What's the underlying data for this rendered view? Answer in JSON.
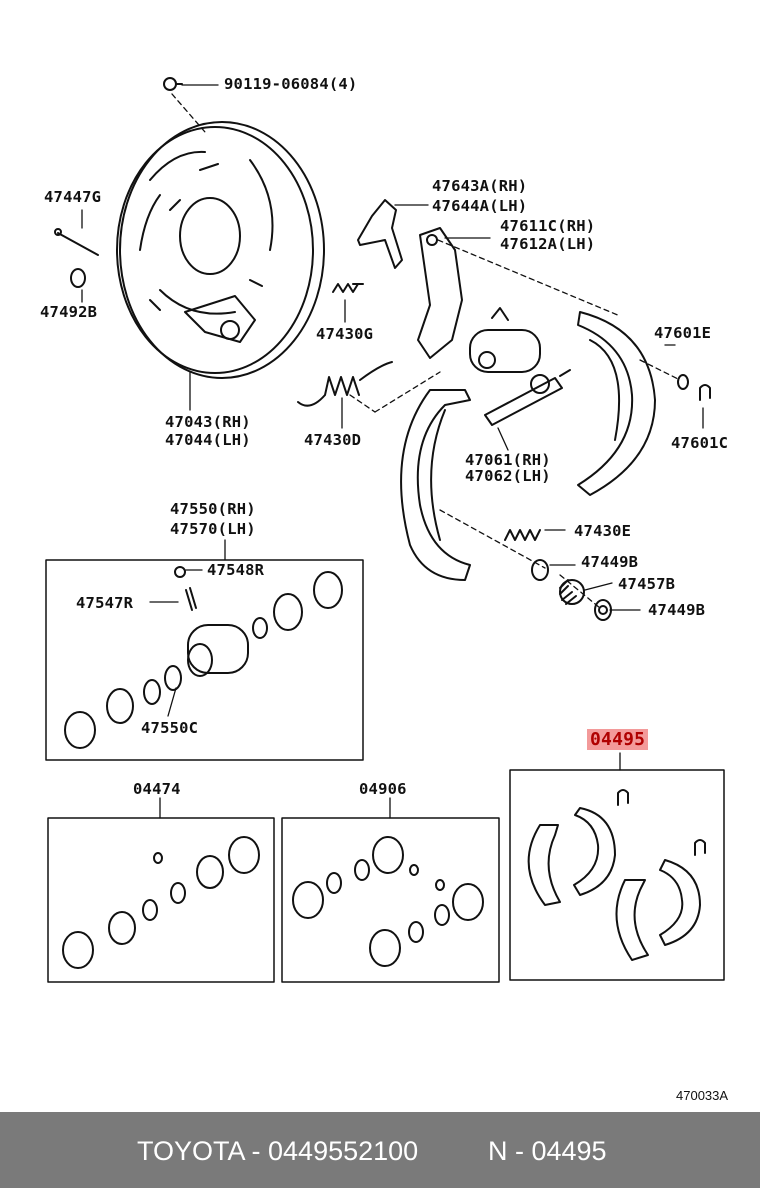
{
  "labels": {
    "bolt": "90119-06084(4)",
    "pin": "47447G",
    "pin_cup": "47492B",
    "backing_plate_rh": "47043(RH)",
    "backing_plate_lh": "47044(LH)",
    "lever_rh": "47643A(RH)",
    "lever_lh": "47644A(LH)",
    "strut_rh": "47611C(RH)",
    "strut_lh": "47612A(LH)",
    "spring_g": "47430G",
    "spring_d": "47430D",
    "shoe_e": "47601E",
    "clip_c": "47601C",
    "adjuster_rh": "47061(RH)",
    "adjuster_lh": "47062(LH)",
    "spring_e": "47430E",
    "retainer_1": "47449B",
    "hold_spring": "47457B",
    "retainer_2": "47449B",
    "cylinder_rh": "47550(RH)",
    "cylinder_lh": "47570(LH)",
    "bleeder_cap": "47548R",
    "bleeder": "47547R",
    "cup_spring": "47550C",
    "kit_1": "04474",
    "kit_2": "04906",
    "kit_3": "04495"
  },
  "reference_code": "470033A",
  "footer": {
    "part": "TOYOTA - 0449552100",
    "code": "N - 04495"
  },
  "colors": {
    "highlight_bg": "#f39a9a",
    "highlight_text": "#b00000",
    "footer_bg": "#7a7a7a"
  }
}
